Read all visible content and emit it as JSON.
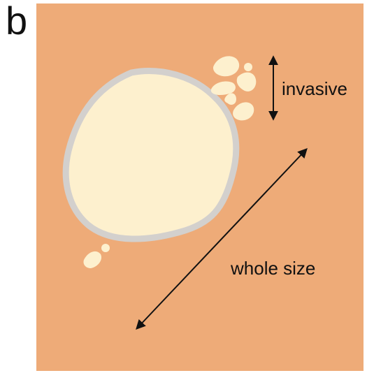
{
  "panel_label": "b",
  "labels": {
    "invasive": "invasive",
    "whole_size": "whole size"
  },
  "colors": {
    "background": "#eeab78",
    "tumor_core": "#fdf0ce",
    "tumor_rim": "#d3d0cd",
    "fragments": "#fdf0ce",
    "arrows": "#111111"
  }
}
